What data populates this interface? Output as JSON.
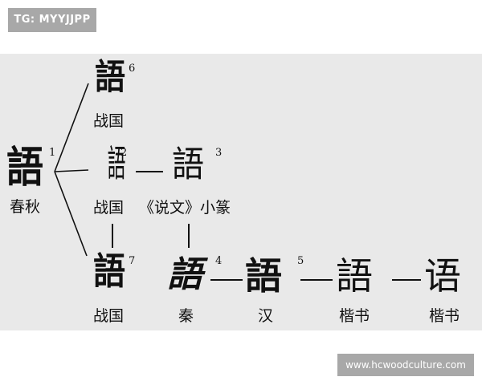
{
  "tag": "TG: MYYJJPP",
  "watermark": "www.hcwoodculture.com",
  "nodes": {
    "n6": {
      "glyph": "語",
      "number": "6",
      "label": "战国"
    },
    "n1": {
      "glyph": "語",
      "number": "1",
      "label": "春秋"
    },
    "n2": {
      "glyph": "語",
      "number": "2",
      "label": "战国"
    },
    "n3": {
      "glyph": "語",
      "number": "3",
      "label": "《说文》小篆"
    },
    "n7": {
      "glyph": "語",
      "number": "7",
      "label": "战国"
    },
    "n4": {
      "glyph": "語",
      "number": "4",
      "label": "秦"
    },
    "n5": {
      "glyph": "語",
      "number": "5",
      "label": "汉"
    },
    "n8": {
      "glyph": "語",
      "label": "楷书"
    },
    "n9": {
      "glyph": "语",
      "label": "楷书"
    }
  }
}
